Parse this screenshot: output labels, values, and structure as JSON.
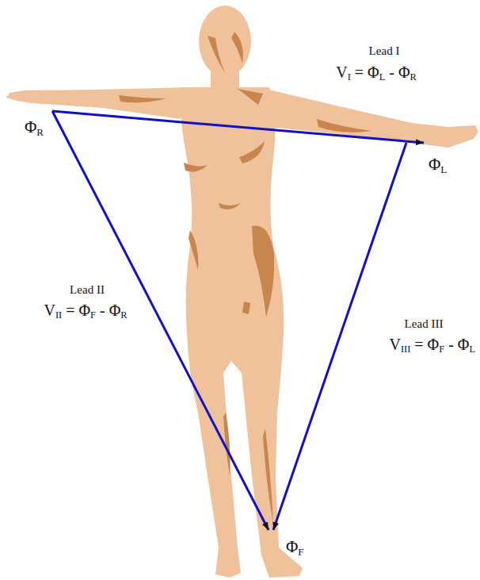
{
  "diagram": {
    "nodes": [
      {
        "text": [
          "ΦR"
        ]
      },
      {
        "text": [
          "ΦL"
        ]
      },
      {
        "text": [
          "ΦF"
        ]
      }
    ],
    "edges": [
      {
        "from": 0,
        "to": 1,
        "arrow": "to"
      },
      {
        "from": 0,
        "to": 2,
        "arrow": "to"
      },
      {
        "from": 1,
        "to": 2,
        "arrow": "to"
      }
    ],
    "labels": [
      "Lead I",
      "VI = ΦL - ΦR",
      "Lead II",
      "VII = ΦF - ΦR",
      "Lead III",
      "VIII = ΦF - ΦL"
    ]
  }
}
